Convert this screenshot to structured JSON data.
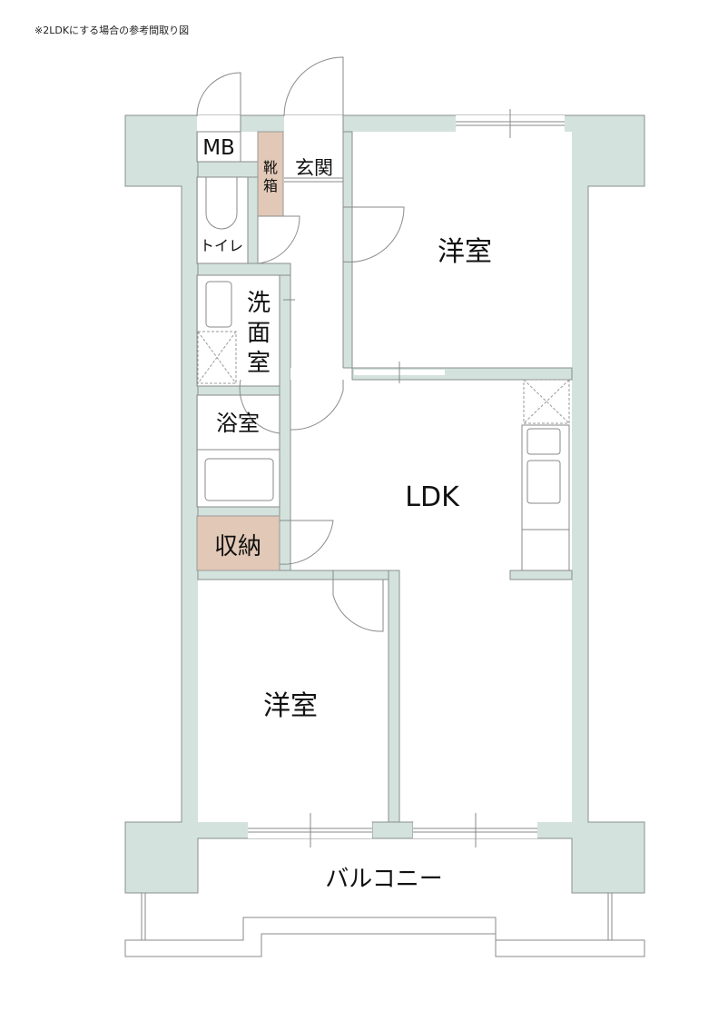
{
  "caption": "※2LDKにする場合の参考間取り図",
  "rooms": {
    "mb": "MB",
    "shoe_box": [
      "靴",
      "箱"
    ],
    "entrance": "玄関",
    "western_room_1": "洋室",
    "toilet": "トイレ",
    "washroom": [
      "洗",
      "面",
      "室"
    ],
    "bathroom": "浴室",
    "ldk": "LDK",
    "storage": "収納",
    "western_room_2": "洋室",
    "balcony": "バルコニー"
  },
  "colors": {
    "wall": "#d3e2dd",
    "storage": "#e2c8b6"
  }
}
